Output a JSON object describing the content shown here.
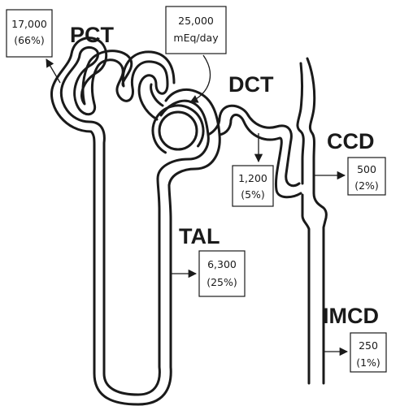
{
  "labels": {
    "pct": "PCT",
    "dct": "DCT",
    "tal": "TAL",
    "ccd": "CCD",
    "imcd": "IMCD"
  },
  "boxes": {
    "pct": {
      "line1": "17,000",
      "line2": "(66%)"
    },
    "filtered": {
      "line1": "25,000",
      "line2": "mEq/day"
    },
    "dct": {
      "line1": "1,200",
      "line2": "(5%)"
    },
    "ccd": {
      "line1": "500",
      "line2": "(2%)"
    },
    "tal": {
      "line1": "6,300",
      "line2": "(25%)"
    },
    "imcd": {
      "line1": "250",
      "line2": "(1%)"
    }
  }
}
